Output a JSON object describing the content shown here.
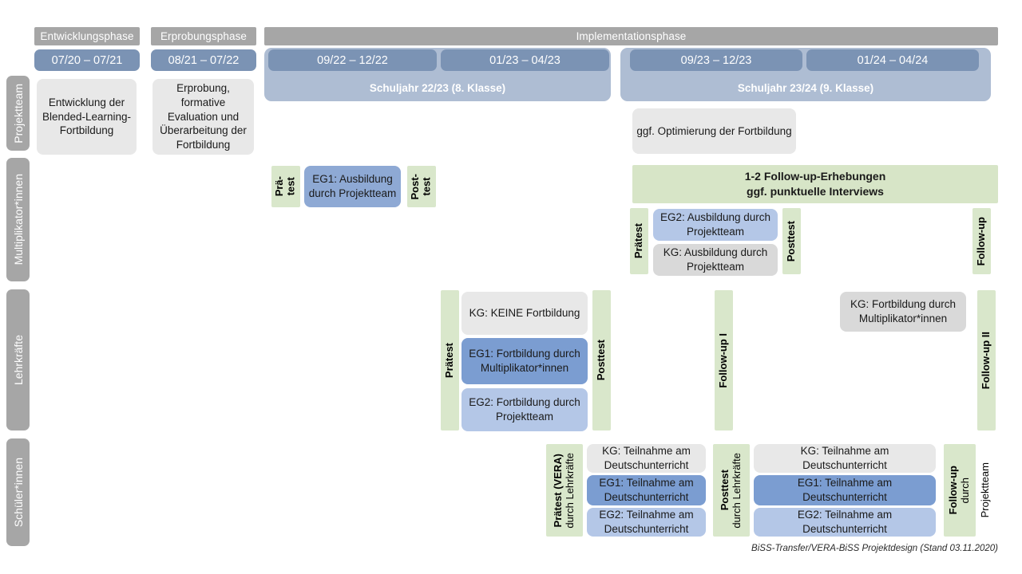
{
  "phases": {
    "entwicklung": {
      "label": "Entwicklungsphase",
      "period": "07/20 – 07/21"
    },
    "erprobung": {
      "label": "Erprobungsphase",
      "period": "08/21 – 07/22"
    },
    "implementation": {
      "label": "Implementationsphase"
    }
  },
  "school_years": [
    {
      "label": "Schuljahr 22/23 (8. Klasse)",
      "periods": [
        "09/22 – 12/22",
        "01/23 – 04/23"
      ]
    },
    {
      "label": "Schuljahr 23/24 (9. Klasse)",
      "periods": [
        "09/23 – 12/23",
        "01/24 – 04/24"
      ]
    }
  ],
  "rows": {
    "projektteam": {
      "label": "Projektteam",
      "boxes": {
        "entwicklung": "Entwicklung der Blended-Learning-Fortbildung",
        "erprobung": "Erprobung, formative Evaluation und Überarbeitung der Fortbildung",
        "optimierung": "ggf. Optimierung der Fortbildung"
      }
    },
    "multiplikatoren": {
      "label": "Multiplikator*innen",
      "followup_band": "1-2 Follow-up-Erhebungen\nggf. punktuelle Interviews",
      "tests": {
        "praetest_short": "Prä-\ntest",
        "posttest_short": "Post-\ntest",
        "praetest": "Prätest",
        "posttest": "Posttest",
        "followup": "Follow-up"
      },
      "boxes": {
        "eg1_2223": "EG1: Ausbildung durch Projektteam",
        "eg2_2324": "EG2:  Ausbildung durch Projektteam",
        "kg_2324": "KG: Ausbildung durch Projektteam"
      }
    },
    "lehrkraefte": {
      "label": "Lehrkräfte",
      "tests": {
        "praetest": "Prätest",
        "posttest": "Posttest",
        "followup1": "Follow-up I",
        "followup2": "Follow-up II"
      },
      "boxes": {
        "kg_keine": "KG:  KEINE Fortbildung",
        "eg1": "EG1: Fortbildung durch Multiplikator*innen",
        "eg2": "EG2: Fortbildung durch Projektteam",
        "kg_multi": "KG: Fortbildung durch Multiplikator*innen"
      }
    },
    "schuelerinnen": {
      "label": "Schüler*innen",
      "tests": {
        "praetest_bold": "Prätest (VERA)",
        "praetest_sub": "durch Lehrkräfte",
        "posttest_bold": "Posttest",
        "posttest_sub": "durch Lehrkräfte",
        "followup_bold": "Follow-up",
        "followup_sub": "durch",
        "followup_sub2": "Projektteam"
      },
      "boxes": {
        "kg": "KG: Teilnahme am Deutschunterricht",
        "eg1": "EG1: Teilnahme am Deutschunterricht",
        "eg2": "EG2: Teilnahme am Deutschunterricht"
      }
    }
  },
  "footer": "BiSS-Transfer/VERA-BiSS Projektdesign (Stand 03.11.2020)",
  "colors": {
    "phase_header": "#a6a6a6",
    "date_bar": "#7b93b4",
    "year_band": "#aebdd3",
    "grey_box": "#e8e8e8",
    "grey_box_dark": "#d9d9d9",
    "eg1_blue": "#8ea9d4",
    "eg1_blue_dark": "#7b9dd1",
    "eg2_blue": "#b4c7e7",
    "green": "#d9e7cb",
    "sidebar": "#a6a6a6"
  }
}
